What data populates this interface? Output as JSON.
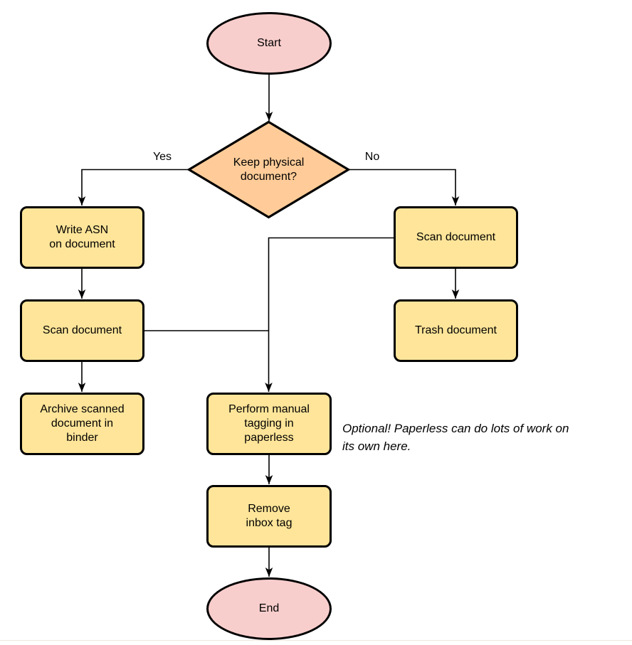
{
  "colors": {
    "terminal_fill": "#f8cecc",
    "decision_fill": "#ffcc99",
    "process_fill": "#ffe599",
    "stroke": "#000000"
  },
  "nodes": {
    "start": {
      "label": "Start",
      "type": "terminal"
    },
    "decision": {
      "label": "Keep physical\ndocument?",
      "type": "decision"
    },
    "write_asn": {
      "label": "Write ASN\non document",
      "type": "process"
    },
    "scan_left": {
      "label": "Scan document",
      "type": "process"
    },
    "archive": {
      "label": "Archive scanned\ndocument in\nbinder",
      "type": "process"
    },
    "scan_right": {
      "label": "Scan document",
      "type": "process"
    },
    "trash": {
      "label": "Trash document",
      "type": "process"
    },
    "tagging": {
      "label": "Perform manual\ntagging in\npaperless",
      "type": "process"
    },
    "remove_inbox": {
      "label": "Remove\ninbox tag",
      "type": "process"
    },
    "end": {
      "label": "End",
      "type": "terminal"
    }
  },
  "edge_labels": {
    "yes": "Yes",
    "no": "No"
  },
  "annotation": {
    "text": "Optional! Paperless can do lots of work on\nits own here."
  }
}
